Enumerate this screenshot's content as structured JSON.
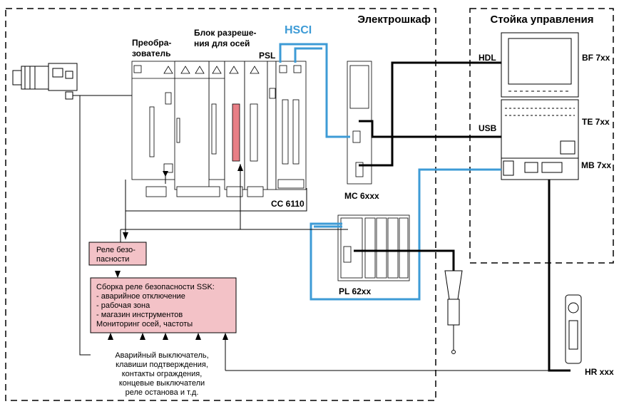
{
  "cabinet": {
    "title": "Электрошкаф"
  },
  "console": {
    "title": "Стойка управления"
  },
  "bus": {
    "hsci": "HSCI"
  },
  "components": {
    "inverter": {
      "line1": "Преобра-",
      "line2": "зователь"
    },
    "axis_enable": {
      "line1": "Блок разреше-",
      "line2": "ния для осей"
    },
    "psl": "PSL",
    "cc": "CC 6110",
    "mc": "MC 6xxx",
    "pl": "PL 62xx"
  },
  "ports": {
    "hdl": "HDL",
    "usb": "USB"
  },
  "console_units": {
    "bf": "BF 7xx",
    "te": "TE 7xx",
    "mb": "MB 7xx",
    "hr": "HR xxx"
  },
  "safety_relay": {
    "line1": "Реле безо-",
    "line2": "пасности"
  },
  "ssk": {
    "lines": [
      "Сборка реле безопасности SSK:",
      "- аварийное отключение",
      "- рабочая зона",
      "- магазин инструментов",
      "Мониторинг осей, частоты"
    ]
  },
  "inputs": {
    "lines": [
      "Аварийный выключатель,",
      "клавиши подтверждения,",
      "контакты ограждения,",
      "концевые выключатели",
      "реле останова и т.д."
    ]
  },
  "colors": {
    "hsci": "#3d9bd6",
    "relay_fill": "#f3c2c7",
    "highlight": "#e87f86"
  }
}
